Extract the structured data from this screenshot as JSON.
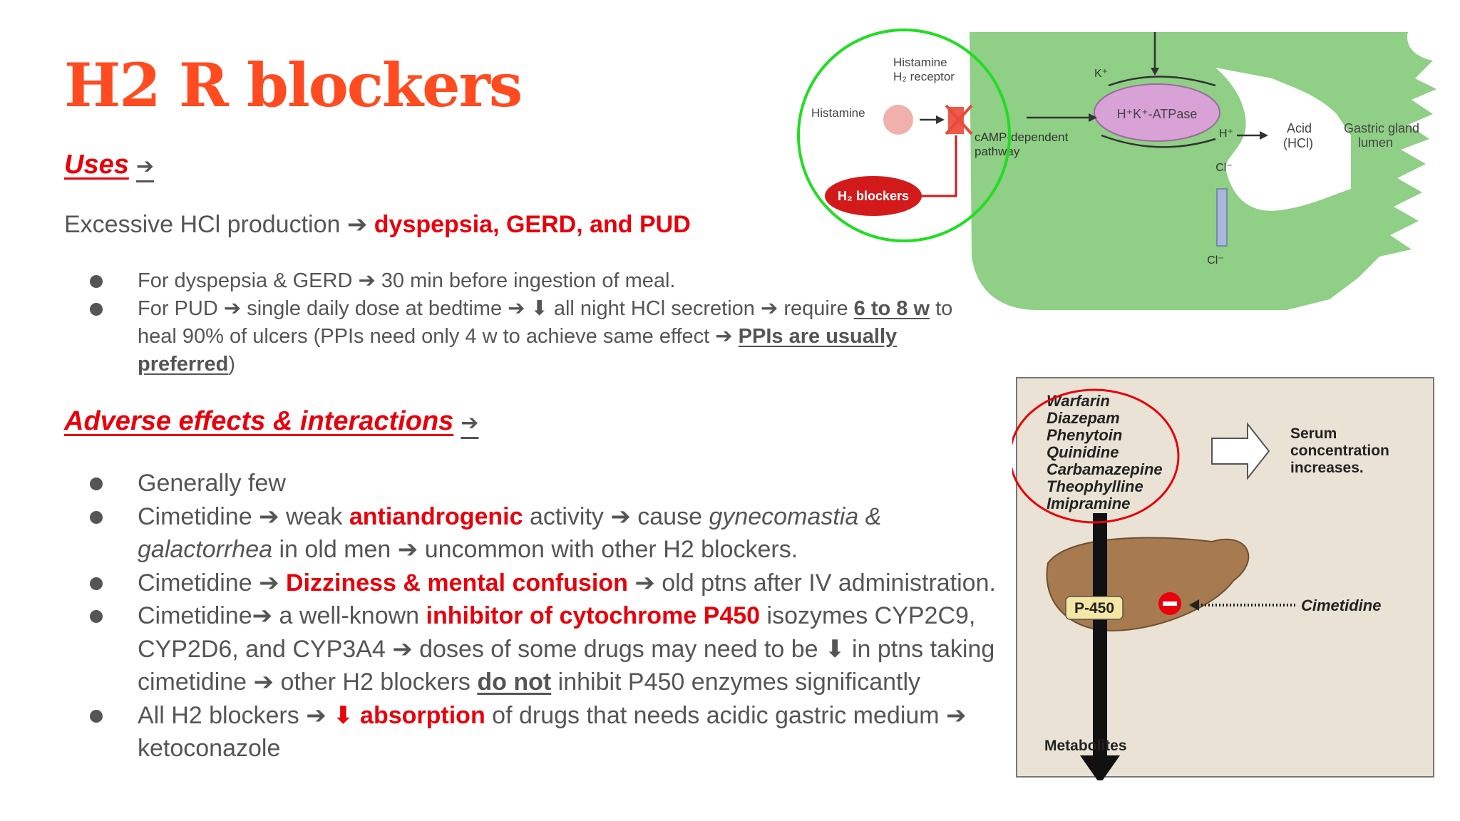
{
  "title": "H2 R blockers",
  "uses": {
    "heading": "Uses",
    "arrow": "➔",
    "lead_prefix": "Excessive HCl production ➔ ",
    "lead_highlight": "dyspepsia, GERD, and PUD",
    "bullet1": "For dyspepsia & GERD ➔ 30 min before ingestion of meal.",
    "bullet2_pre": "For PUD ➔ single daily dose at bedtime ➔ ⬇ all night HCl secretion ➔ require ",
    "bullet2_bold": "6 to 8 w",
    "bullet2_mid": " to heal 90% of ulcers (PPIs need only 4 w to achieve same effect ➔ ",
    "bullet2_bold2": "PPIs are usually preferred",
    "bullet2_post": ")"
  },
  "adverse": {
    "heading": "Adverse effects & interactions",
    "arrow": "➔",
    "b1": "Generally few",
    "b2_pre": "Cimetidine ➔ weak ",
    "b2_red": "antiandrogenic",
    "b2_mid": " activity ➔ cause ",
    "b2_it": "gynecomastia & galactorrhea",
    "b2_post": " in old men ➔ uncommon with other H2 blockers.",
    "b3_pre": "Cimetidine ➔ ",
    "b3_red": "Dizziness & mental confusion",
    "b3_post": " ➔ old ptns after IV administration.",
    "b4_pre": "Cimetidine➔ a well-known ",
    "b4_red": "inhibitor of cytochrome P450",
    "b4_mid": " isozymes CYP2C9, CYP2D6, and CYP3A4 ➔ doses of some drugs may need to be ⬇ in ptns taking cimetidine ➔ other H2 blockers ",
    "b4_bold": "do not",
    "b4_post": " inhibit P450 enzymes significantly",
    "b5_pre": "All H2 blockers ➔ ",
    "b5_red": "⬇ absorption",
    "b5_post": " of drugs that needs acidic gastric medium ➔ ketoconazole"
  },
  "figure1": {
    "histamine": "Histamine",
    "receptor_l1": "Histamine",
    "receptor_l2": "H₂ receptor",
    "blockers": "H₂ blockers",
    "camp_l1": "cAMP-dependent",
    "camp_l2": "pathway",
    "k": "K⁺",
    "atpase": "H⁺K⁺-ATPase",
    "h": "H⁺",
    "acid_l1": "Acid",
    "acid_l2": "(HCl)",
    "lumen_l1": "Gastric gland",
    "lumen_l2": "lumen",
    "cl1": "Cl⁻",
    "cl2": "Cl⁻",
    "cell_color": "#8fcf86",
    "circle_color": "#22dd22"
  },
  "figure2": {
    "drugs": [
      "Warfarin",
      "Diazepam",
      "Phenytoin",
      "Quinidine",
      "Carbamazepine",
      "Theophylline",
      "Imipramine"
    ],
    "serum_l1": "Serum",
    "serum_l2": "concentration",
    "serum_l3": "increases.",
    "p450": "P-450",
    "cimetidine": "Cimetidine",
    "metabolites": "Metabolites",
    "bg_color": "#eae3d5",
    "circle_color": "#e8000b"
  }
}
